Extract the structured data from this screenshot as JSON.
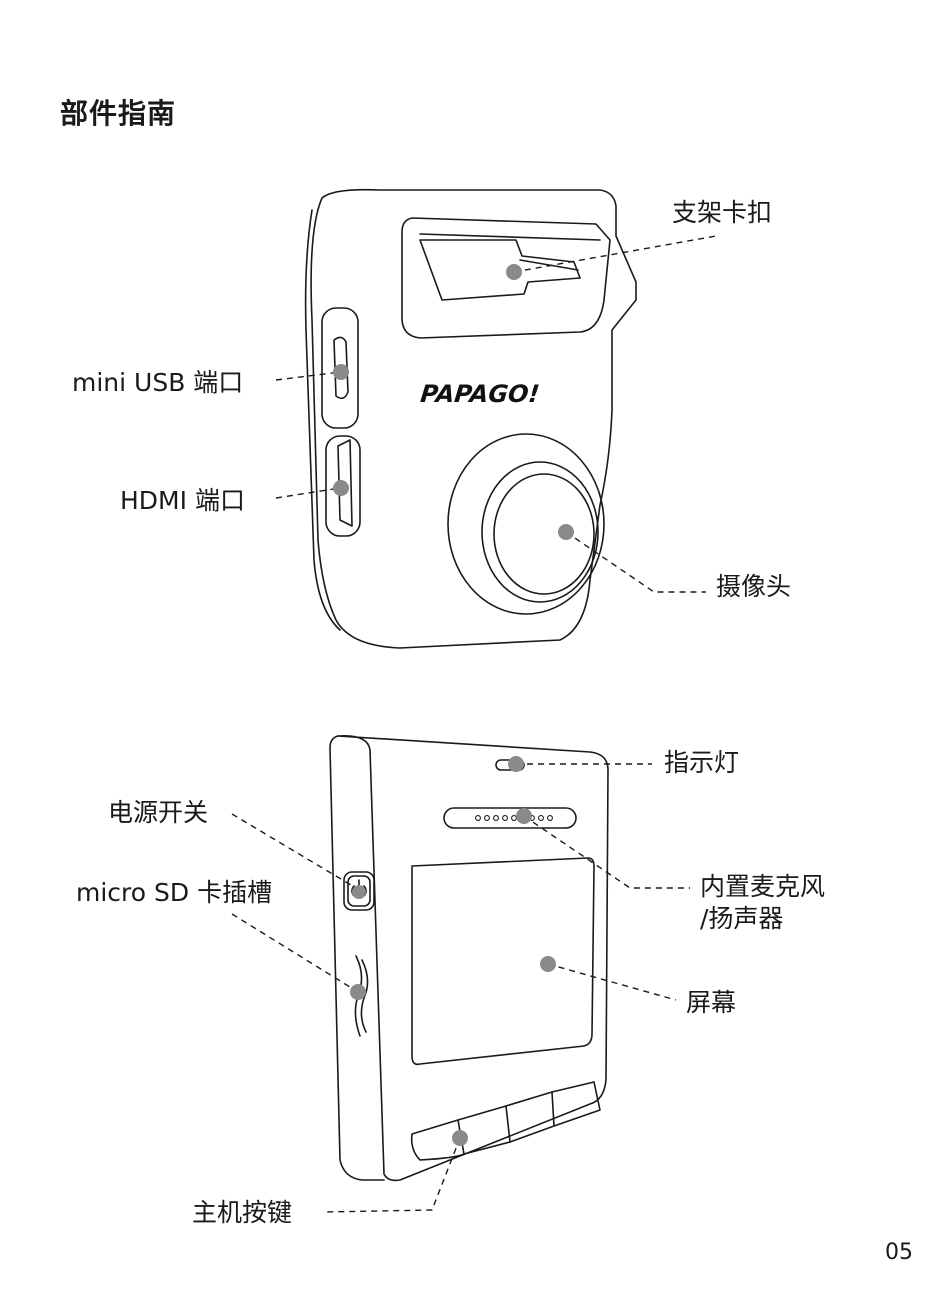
{
  "page": {
    "title": "部件指南",
    "page_number": "05"
  },
  "front_view": {
    "logo_text": "PAPAGO!",
    "labels": {
      "bracket_clip": "支架卡扣",
      "mini_usb": "mini USB  端口",
      "hdmi": "HDMI  端口",
      "camera": "摄像头"
    }
  },
  "back_view": {
    "labels": {
      "indicator": "指示灯",
      "power": "电源开关",
      "micro_sd": "micro SD 卡插槽",
      "mic_line1": "内置麦克风",
      "mic_line2": "/扬声器",
      "screen": "屏幕",
      "buttons": "主机按键"
    }
  },
  "colors": {
    "line": "#1a1a1a",
    "marker": "#8a8a8a"
  }
}
